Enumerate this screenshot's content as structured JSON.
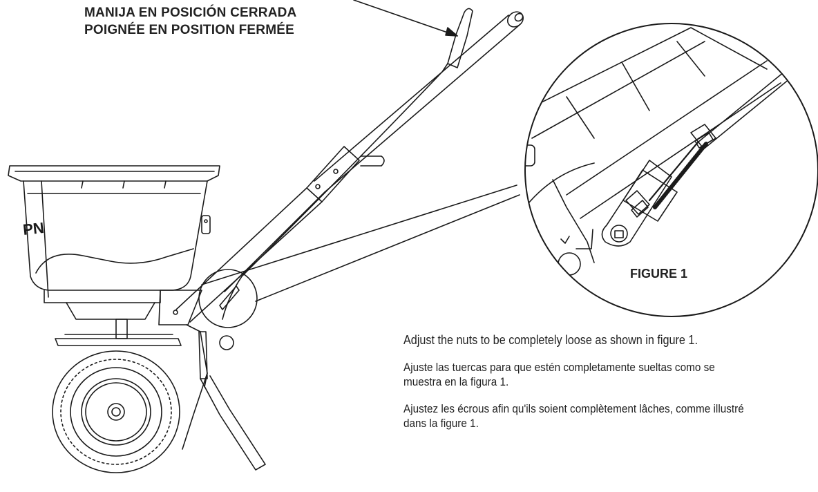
{
  "callout": {
    "line1": "MANIJA EN POSICIÓN CERRADA",
    "line2": "POIGNÉE EN POSITION FERMÉE"
  },
  "figure_label": "FIGURE 1",
  "instructions": {
    "en": "Adjust the nuts to be completely loose as shown in figure 1.",
    "es": "Ajuste las tuercas para que estén completamente sueltas como se muestra en la figura 1.",
    "fr": "Ajustez les écrous afin qu'ils soient complètement lâches, comme illustré dans la figure 1."
  },
  "hopper_logo_text": "PN",
  "colors": {
    "ink": "#1a1a1a",
    "background": "#ffffff"
  }
}
